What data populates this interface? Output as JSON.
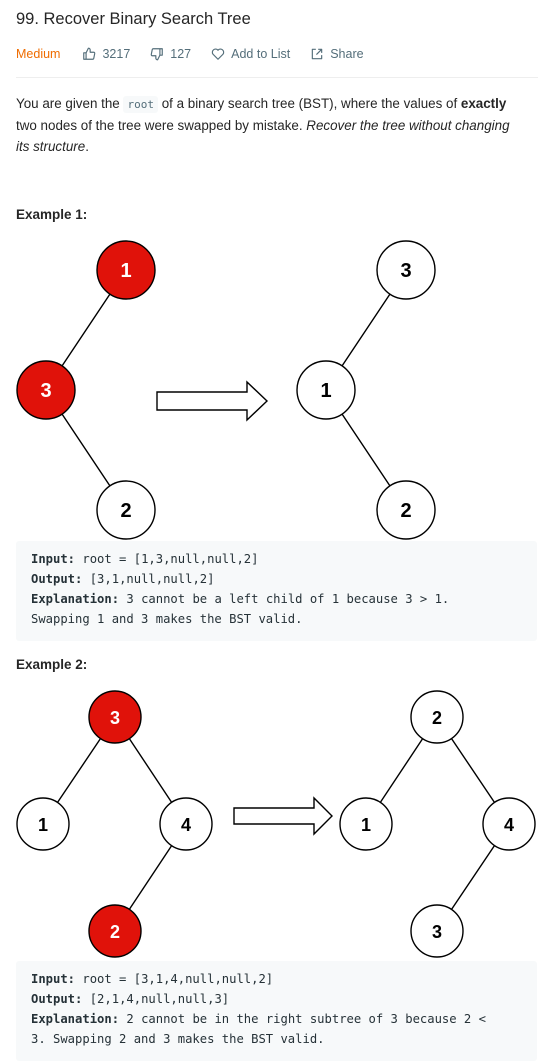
{
  "problem": {
    "title": "99. Recover Binary Search Tree",
    "difficulty": "Medium",
    "likes": "3217",
    "dislikes": "127",
    "add_to_list": "Add to List",
    "share": "Share"
  },
  "description": {
    "p1_a": "You are given the ",
    "code": "root",
    "p1_b": " of a binary search tree (BST), where the values of ",
    "bold": "exactly",
    "p1_c": " two nodes of the tree were swapped by mistake. ",
    "italic": "Recover the tree without changing its structure",
    "p1_d": "."
  },
  "examples": [
    {
      "title": "Example 1:",
      "input_label": "Input:",
      "input": "root = [1,3,null,null,2]",
      "output_label": "Output:",
      "output": "[3,1,null,null,2]",
      "explanation_label": "Explanation:",
      "explanation_line1": "3 cannot be a left child of 1 because 3 > 1.",
      "explanation_line2": "Swapping 1 and 3 makes the BST valid.",
      "before_nodes": [
        "1",
        "3",
        "2"
      ],
      "after_nodes": [
        "3",
        "1",
        "2"
      ]
    },
    {
      "title": "Example 2:",
      "input_label": "Input:",
      "input": "root = [3,1,4,null,null,2]",
      "output_label": "Output:",
      "output": "[2,1,4,null,null,3]",
      "explanation_label": "Explanation:",
      "explanation_line1": "2 cannot be in the right subtree of 3 because 2 <",
      "explanation_line2": "3. Swapping 2 and 3 makes the BST valid.",
      "before_nodes": [
        "3",
        "1",
        "4",
        "2"
      ],
      "after_nodes": [
        "2",
        "1",
        "4",
        "3"
      ]
    }
  ],
  "colors": {
    "highlight_node": "#e0120a",
    "difficulty": "#ef6c00"
  }
}
